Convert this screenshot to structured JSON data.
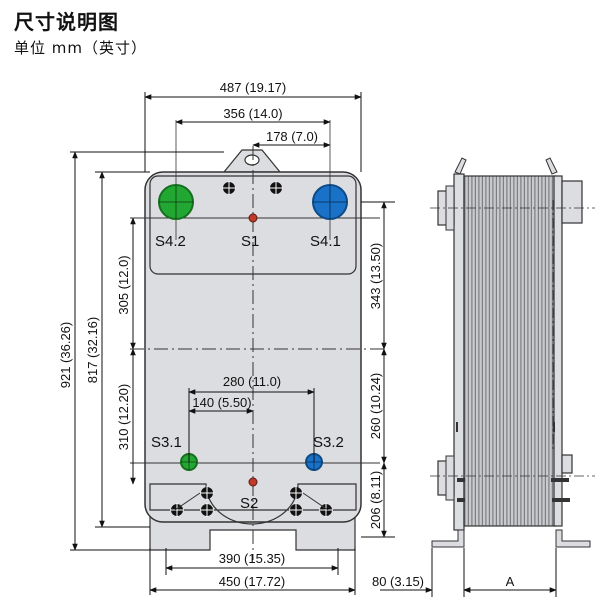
{
  "header": {
    "title": "尺寸说明图",
    "unit": "单位 mm（英寸）"
  },
  "dimensions": {
    "overall_width": "487 (19.17)",
    "port_spacing_top": "356 (14.0)",
    "center_offset_top": "178 (7.0)",
    "port_spacing_bottom": "280 (11.0)",
    "center_offset_bottom": "140 (5.50)",
    "foot_inner": "390 (15.35)",
    "foot_outer": "450 (17.72)",
    "overall_height": "921 (36.26)",
    "port_vertical_spacing": "817 (32.16)",
    "upper_section": "305 (12.0)",
    "lower_section": "310 (12.20)",
    "right_upper": "343 (13.50)",
    "right_middle": "260 (10.24)",
    "right_lower": "206 (8.11)",
    "side_offset": "80 (3.15)",
    "pack_length": "A"
  },
  "ports": {
    "s4_2": "S4.2",
    "s1": "S1",
    "s4_1": "S4.1",
    "s3_1": "S3.1",
    "s2": "S2",
    "s3_2": "S3.2"
  },
  "colors": {
    "green": "#22a832",
    "blue": "#1a72c8",
    "red": "#c0392b",
    "plate": "#dcdde0"
  }
}
